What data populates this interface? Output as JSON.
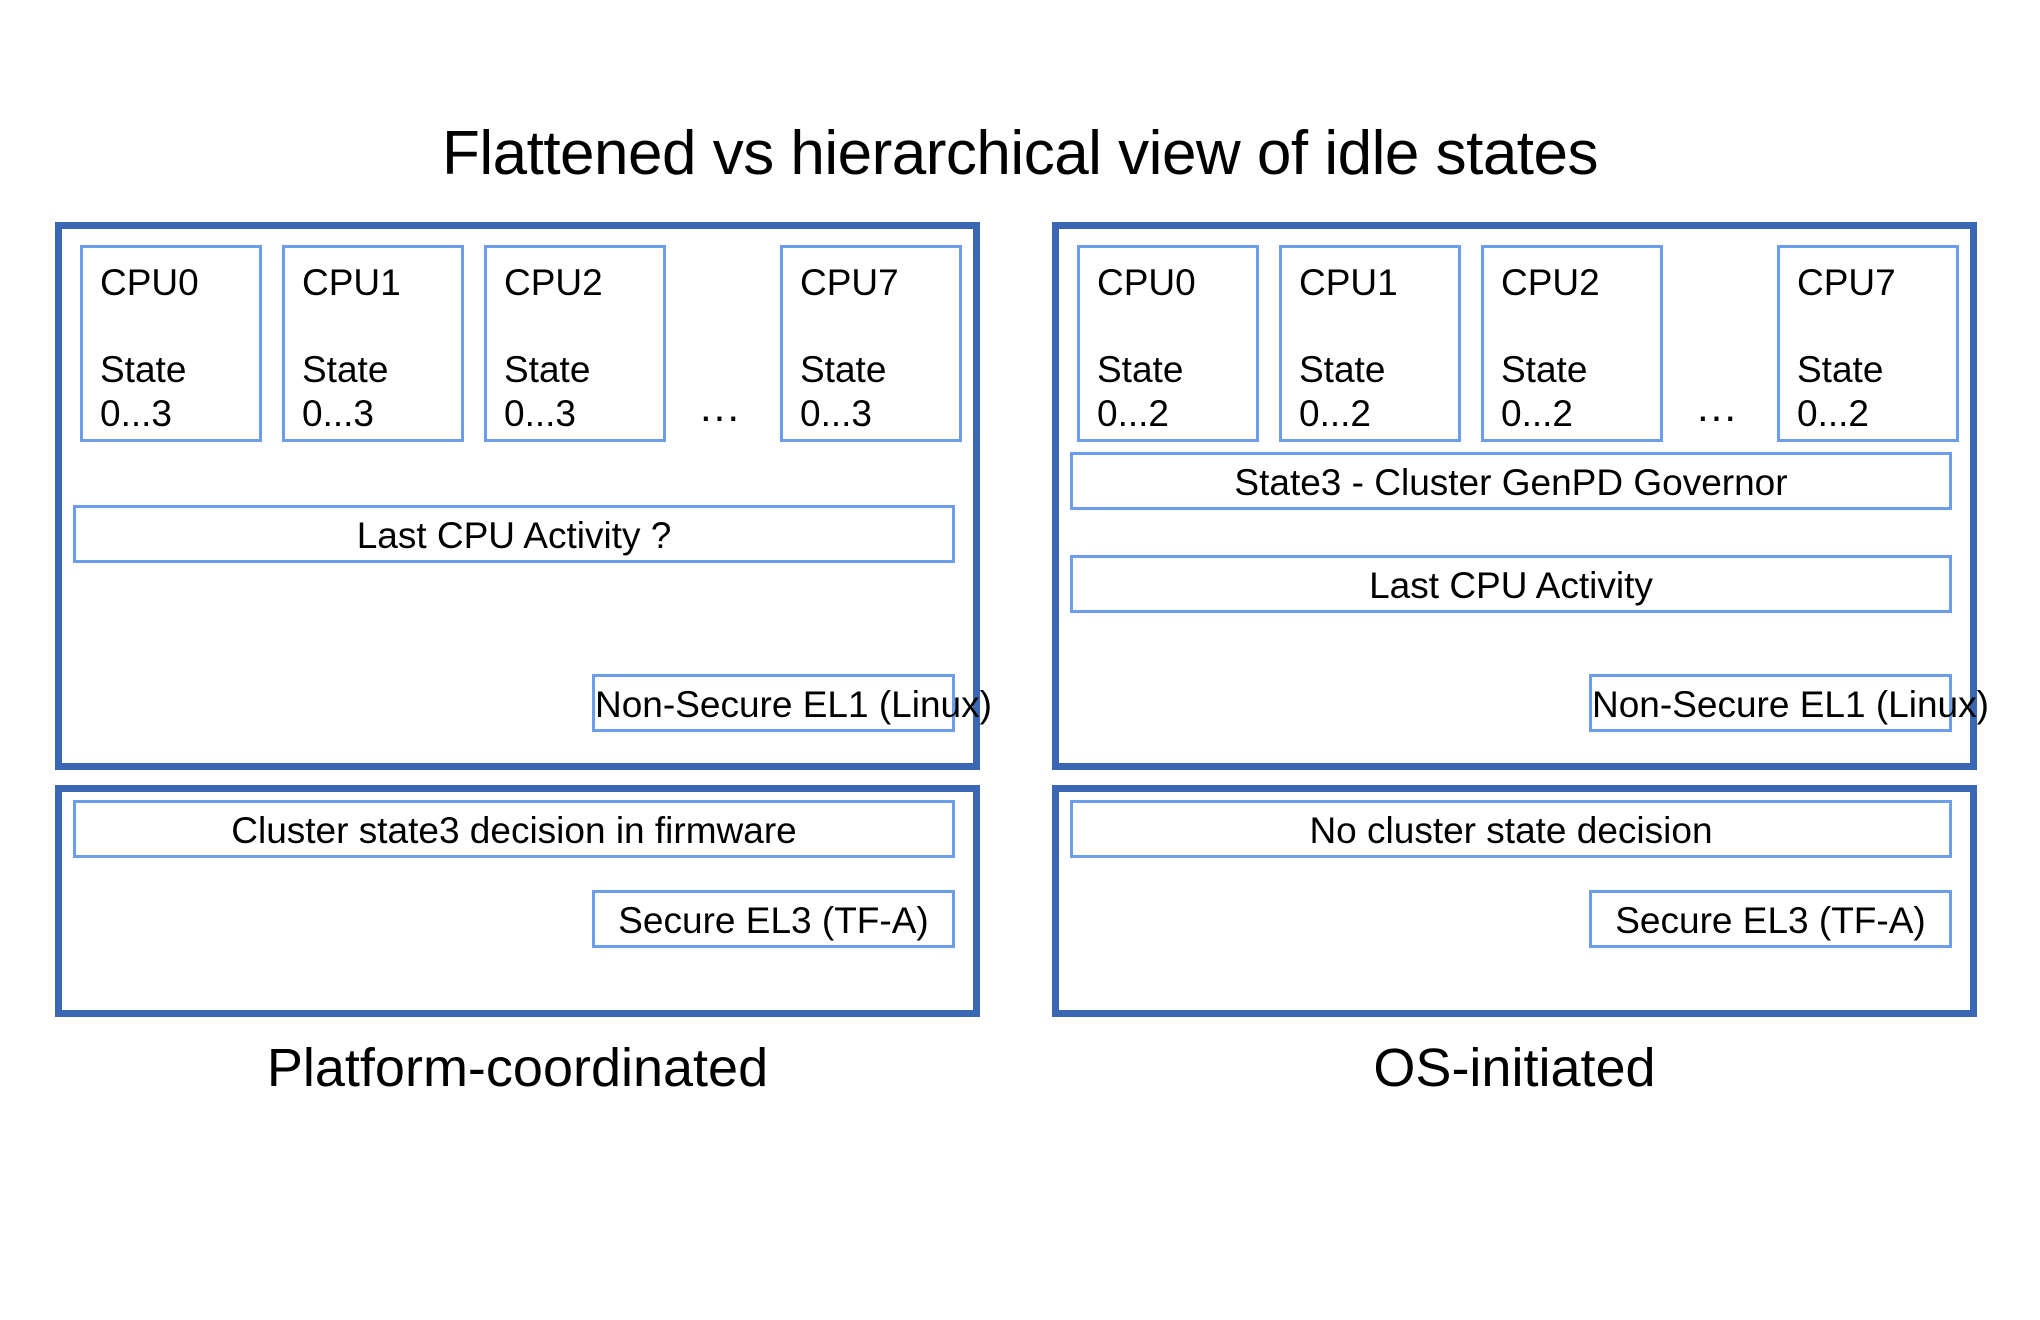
{
  "slide": {
    "title": "Flattened vs hierarchical view of idle states",
    "colors": {
      "panel_border": "#3a66b4",
      "box_border": "#6d9eeb",
      "background": "#ffffff",
      "text": "#000000"
    }
  },
  "columns": [
    {
      "id": "platform-coordinated",
      "caption": "Platform-coordinated",
      "cpus": [
        {
          "name": "CPU0",
          "state": "State\n0...3"
        },
        {
          "name": "CPU1",
          "state": "State\n0...3"
        },
        {
          "name": "CPU2",
          "state": "State\n0...3"
        },
        {
          "name": "CPU7",
          "state": "State\n0...3"
        }
      ],
      "cpu_ellipsis": "...",
      "os_panel": {
        "bars": [
          {
            "id": "last-cpu-activity",
            "label": "Last CPU Activity ?"
          }
        ],
        "exception_level": "Non-Secure EL1 (Linux)"
      },
      "firmware_panel": {
        "decision": "Cluster state3 decision in firmware",
        "exception_level": "Secure EL3 (TF-A)"
      }
    },
    {
      "id": "os-initiated",
      "caption": "OS-initiated",
      "cpus": [
        {
          "name": "CPU0",
          "state": "State\n0...2"
        },
        {
          "name": "CPU1",
          "state": "State\n0...2"
        },
        {
          "name": "CPU2",
          "state": "State\n0...2"
        },
        {
          "name": "CPU7",
          "state": "State\n0...2"
        }
      ],
      "cpu_ellipsis": "...",
      "os_panel": {
        "bars": [
          {
            "id": "state3-cluster-genpd-governor",
            "label": "State3 - Cluster GenPD Governor"
          },
          {
            "id": "last-cpu-activity",
            "label": "Last CPU Activity"
          }
        ],
        "exception_level": "Non-Secure EL1 (Linux)"
      },
      "firmware_panel": {
        "decision": "No cluster state decision",
        "exception_level": "Secure EL3 (TF-A)"
      }
    }
  ]
}
